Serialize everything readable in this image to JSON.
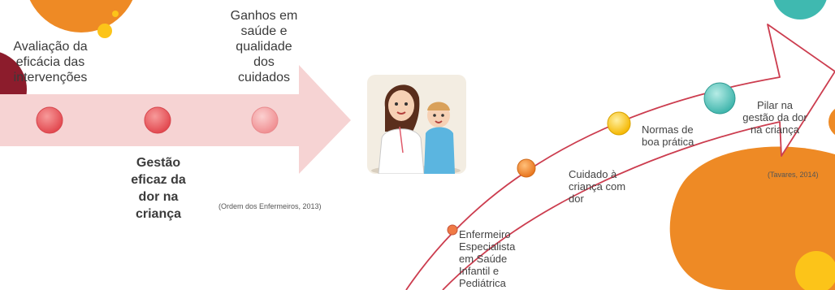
{
  "colors": {
    "arrow_fill": "#f6d3d3",
    "orange": "#ee8a25",
    "yellow": "#fcc419",
    "teal": "#3fb9b0",
    "dark_red": "#8c1c2c",
    "node_red": "#e9555b",
    "node_pink": "#f29a9a"
  },
  "left_diagram": {
    "label_top_1": "Avaliação da\neficácia das\nintervenções",
    "label_top_2": "Ganhos em\nsaúde e\nqualidade\ndos\ncuidados",
    "label_bottom": "Gestão\neficaz da\ndor na\ncriança",
    "citation": "(Ordem dos Enfermeiros, 2013)"
  },
  "right_diagram": {
    "steps": [
      "Enfermeiro\nEspecialista\nem Saúde\nInfantil e\nPediátrica",
      "Cuidado à\ncriança com\ndor",
      "Normas de\nboa prática",
      "Pilar na\ngestão da dor\nna criança"
    ],
    "citation": "(Tavares, 2014)"
  },
  "illustration": {
    "icon": "nurse-with-child-illustration"
  }
}
